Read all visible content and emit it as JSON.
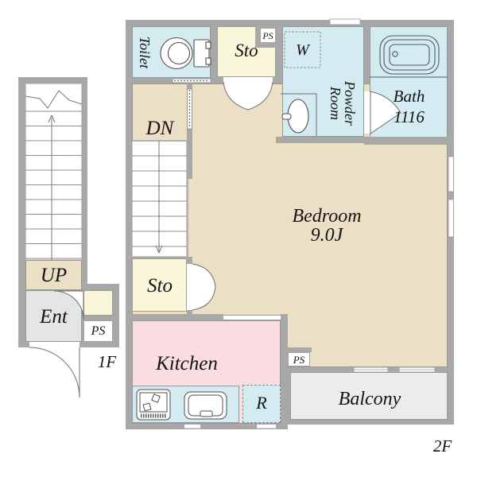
{
  "floor_plan": {
    "floors": {
      "first": "1F",
      "second": "2F"
    },
    "rooms": {
      "toilet": {
        "label": "Toilet"
      },
      "sto_top": {
        "label": "Sto"
      },
      "ps_top": {
        "label": "PS"
      },
      "washer": {
        "label": "W"
      },
      "powder_room": {
        "label_line1": "Powder",
        "label_line2": "Room"
      },
      "bath": {
        "label": "Bath",
        "size": "1116"
      },
      "stairs_down": {
        "label": "DN"
      },
      "bedroom": {
        "label": "Bedroom",
        "size": "9.0J"
      },
      "sto_bottom": {
        "label": "Sto"
      },
      "kitchen": {
        "label": "Kitchen"
      },
      "refrigerator": {
        "label": "R"
      },
      "ps_right": {
        "label": "PS"
      },
      "balcony": {
        "label": "Balcony"
      },
      "stairs_up": {
        "label": "UP"
      },
      "entrance": {
        "label": "Ent"
      },
      "ps_left": {
        "label": "PS"
      }
    },
    "colors": {
      "wall": "#a8a8a8",
      "bedroom_floor": "#ebe0c6",
      "wet_area": "#d5ebf2",
      "storage": "#faf6d9",
      "kitchen_floor": "#fadde1",
      "entrance_floor": "#e5e5e5",
      "balcony_floor": "#ececec",
      "text": "#141414"
    }
  }
}
